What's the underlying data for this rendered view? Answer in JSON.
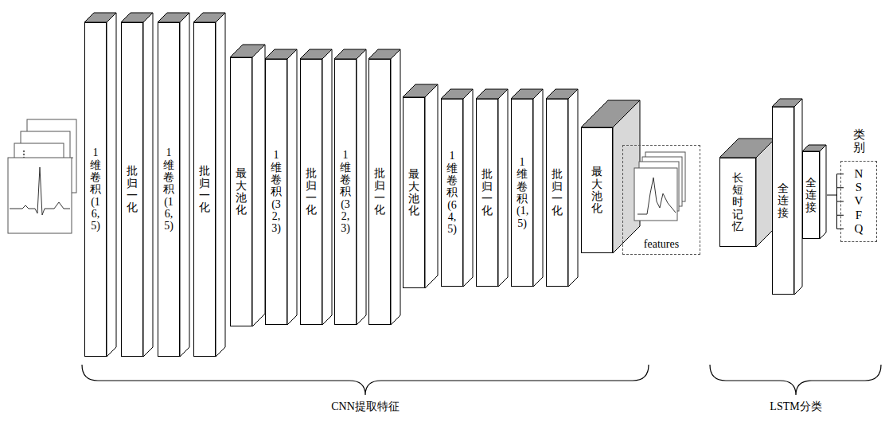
{
  "diagram": {
    "nodes": [
      {
        "text": [
          "1维卷积(16,5)"
        ]
      },
      {
        "text": [
          "批归一化"
        ]
      },
      {
        "text": [
          "1维卷积(16,5)"
        ]
      },
      {
        "text": [
          "批归一化"
        ]
      },
      {
        "text": [
          "最大池化"
        ]
      },
      {
        "text": [
          "1维卷积(32,3)"
        ]
      },
      {
        "text": [
          "批归一化"
        ]
      },
      {
        "text": [
          "1维卷积(32,3)"
        ]
      },
      {
        "text": [
          "批归一化"
        ]
      },
      {
        "text": [
          "最大池化"
        ]
      },
      {
        "text": [
          "1维卷积(64,5)"
        ]
      },
      {
        "text": [
          "批归一化"
        ]
      },
      {
        "text": [
          "1维卷积(1,5)"
        ]
      },
      {
        "text": [
          "批归一化"
        ]
      },
      {
        "text": [
          "最大池化"
        ]
      },
      {
        "text": [
          "features"
        ]
      },
      {
        "text": [
          "长短时记忆"
        ]
      },
      {
        "text": [
          "全连接"
        ]
      },
      {
        "text": [
          "全连接"
        ]
      },
      {
        "text": [
          "类别",
          "N",
          "S",
          "V",
          "F",
          "Q"
        ]
      }
    ],
    "edges": [
      {
        "from": 18,
        "to": 19,
        "arrow": "none"
      }
    ],
    "labels": [
      "CNN提取特征",
      "LSTM分类"
    ]
  }
}
